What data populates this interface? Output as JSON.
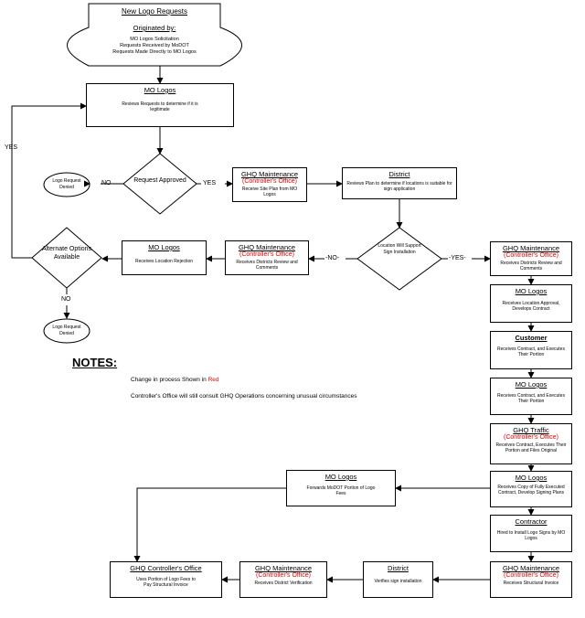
{
  "start": {
    "title": "New Logo Requests",
    "subtitle": "Originated by:",
    "lines": [
      "MO Logos Solicitation",
      "Requests Received by MoDOT",
      "Requests Made Directly to MO Logos"
    ]
  },
  "review": {
    "title": "MO Logos",
    "body": "Reviews Requests to determine if it is legitimate"
  },
  "decisions": {
    "request_approved": "Request Approved",
    "alternate_options": "Alternate Options Available",
    "location_support": "Location Will Support Sign Installation"
  },
  "terminals": {
    "denied_1": "Logo Request Denied",
    "denied_2": "Logo Request Denied"
  },
  "labels": {
    "yes": "YES",
    "no": "NO",
    "yes_dash": "-YES-",
    "no_dash": "-NO-"
  },
  "boxes": {
    "ghq_maint_1": {
      "title": "GHQ Maintenance",
      "sub": "(Controller's Office)",
      "body": "Receive Site Plan from MO Logos"
    },
    "district_1": {
      "title": "District",
      "body": "Reviews Plan to determine if locations is suitable for sign application"
    },
    "ghq_maint_2": {
      "title": "GHQ Maintenance",
      "sub": "(Controller's Office)",
      "body": "Receives Districts Review and Comments"
    },
    "mo_logos_reject": {
      "title": "MO Logos",
      "body": "Receives Location Rejection"
    },
    "ghq_maint_3": {
      "title": "GHQ Maintenance",
      "sub": "(Controller's Office)",
      "body": "Receives Districts Review and Comments"
    },
    "mo_logos_approve": {
      "title": "MO Logos",
      "body": "Receives Location Approval, Develops Contract"
    },
    "customer": {
      "title": "Customer",
      "body": "Receives Contract, and Executes Their Portion"
    },
    "mo_logos_contract": {
      "title": "MO Logos",
      "body": "Receives Contract, and Executes Their Portion"
    },
    "ghq_traffic": {
      "title": "GHQ Traffic",
      "sub": "(Controller's Office)",
      "body": "Receives Contract, Executes Their Portion and Files Original"
    },
    "mo_logos_copy": {
      "title": "MO Logos",
      "body": "Receives Copy of Fully Executed Contract, Develop Signing Plans"
    },
    "mo_logos_fees": {
      "title": "MO Logos",
      "body": "Forwards MoDOT Portion of Logo Fees"
    },
    "contractor": {
      "title": "Contractor",
      "body": "Hired to Install Logo Signs by MO Logos"
    },
    "ghq_maint_4": {
      "title": "GHQ Maintenance",
      "sub": "(Controller's Office)",
      "body": "Receives Structural Invoice"
    },
    "district_2": {
      "title": "District",
      "body": "Verifies sign installation"
    },
    "ghq_maint_5": {
      "title": "GHQ Maintenance",
      "sub": "(Controller's Office)",
      "body": "Receives District Verification"
    },
    "ghq_controller": {
      "title": "GHQ Controller's Office",
      "body": "Uses Portion of Logo Fees to Pay Structural Invoice"
    }
  },
  "notes": {
    "title": "NOTES:",
    "line1_prefix": "Change in process Shown in",
    "line1_highlight": "Red",
    "line2": "Controller's Office will still consult GHQ Operations concerning unusual circumstances"
  }
}
